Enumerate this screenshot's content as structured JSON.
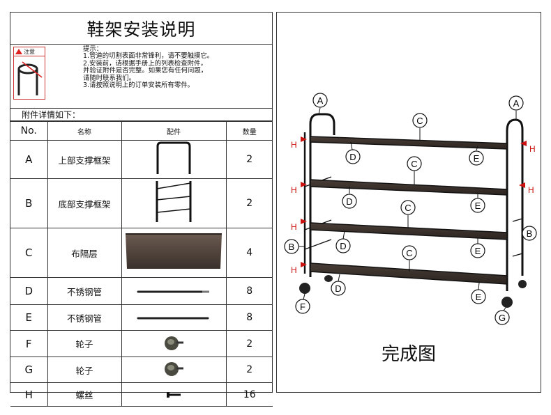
{
  "title": "鞋架安装说明",
  "warning_label": "注意",
  "tips": [
    "提示：",
    "1.管道的切割表面非常锋利，请不要触摸它。",
    "2.安装前，请根据手册上的列表检查附件，",
    "并验证附件是否完整。如果您有任何问题，",
    "请随时联系我们。",
    "3.请按照说明上的订单安装所有零件。"
  ],
  "accessories_heading": "附件详情如下：",
  "table": {
    "headers": [
      "No.",
      "名称",
      "配件",
      "数量"
    ],
    "rows": [
      {
        "no": "A",
        "name": "上部支撑框架",
        "qty": "2",
        "icon": "upper-frame-icon"
      },
      {
        "no": "B",
        "name": "底部支撑框架",
        "qty": "2",
        "icon": "bottom-frame-icon"
      },
      {
        "no": "C",
        "name": "布隔层",
        "qty": "4",
        "icon": "fabric-shelf-icon"
      },
      {
        "no": "D",
        "name": "不锈钢管",
        "qty": "8",
        "icon": "steel-tube-icon"
      },
      {
        "no": "E",
        "name": "不锈钢管",
        "qty": "8",
        "icon": "steel-tube-icon"
      },
      {
        "no": "F",
        "name": "轮子",
        "qty": "2",
        "icon": "wheel-icon"
      },
      {
        "no": "G",
        "name": "轮子",
        "qty": "2",
        "icon": "wheel-icon"
      },
      {
        "no": "H",
        "name": "螺丝",
        "qty": "16",
        "icon": "screw-icon"
      }
    ]
  },
  "diagram_labels": {
    "A": "A",
    "B": "B",
    "C": "C",
    "D": "D",
    "E": "E",
    "F": "F",
    "G": "G",
    "H": "H"
  },
  "completed_label": "完成图",
  "colors": {
    "frame": "#111111",
    "fabric": "#3a302b",
    "warning": "#d22222",
    "screw_marker": "#cc1111"
  }
}
